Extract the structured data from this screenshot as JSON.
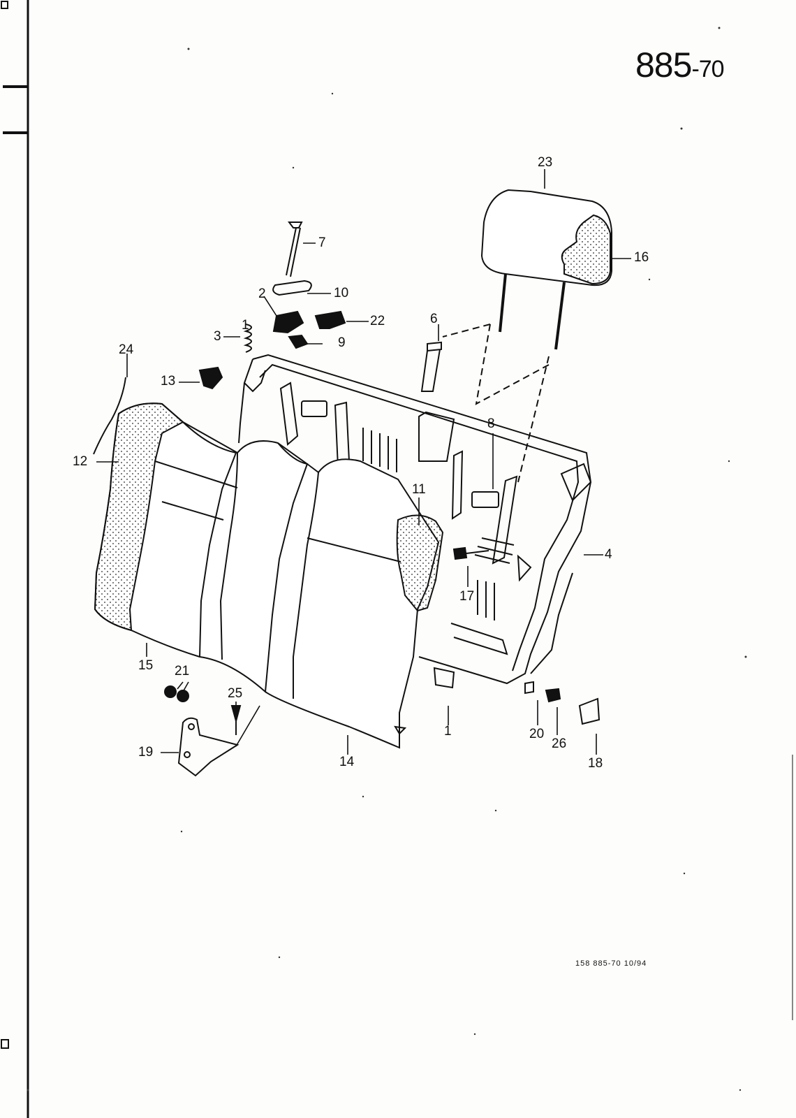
{
  "diagram_code": {
    "main": "885",
    "suffix": "-70"
  },
  "footer_ref": "158   885-70   10/94",
  "callouts": {
    "c1a": "1",
    "c1b": "1",
    "c2": "2",
    "c3": "3",
    "c4": "4",
    "c6": "6",
    "c7": "7",
    "c8": "8",
    "c9": "9",
    "c10": "10",
    "c11": "11",
    "c12": "12",
    "c13": "13",
    "c14": "14",
    "c15": "15",
    "c16": "16",
    "c17": "17",
    "c18": "18",
    "c19": "19",
    "c20": "20",
    "c21": "21",
    "c22": "22",
    "c23": "23",
    "c24": "24",
    "c25": "25",
    "c26": "26"
  }
}
